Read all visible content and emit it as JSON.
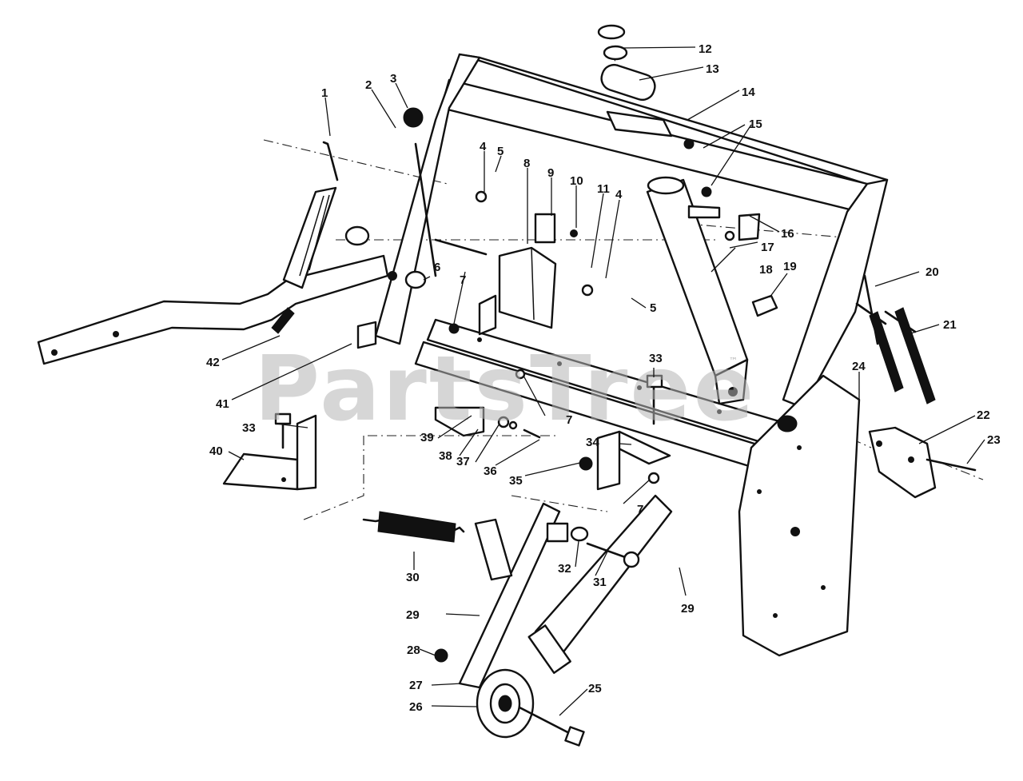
{
  "watermark": {
    "text": "PartsTree",
    "trademark": "™"
  },
  "callouts": {
    "c1": "1",
    "c2": "2",
    "c3": "3",
    "c4a": "4",
    "c4b": "4",
    "c5a": "5",
    "c5b": "5",
    "c6": "6",
    "c7a": "7",
    "c7b": "7",
    "c7c": "7",
    "c8": "8",
    "c9": "9",
    "c10": "10",
    "c11": "11",
    "c12": "12",
    "c13": "13",
    "c14": "14",
    "c15": "15",
    "c16": "16",
    "c17": "17",
    "c18": "18",
    "c19": "19",
    "c20": "20",
    "c21": "21",
    "c22": "22",
    "c23": "23",
    "c24": "24",
    "c25": "25",
    "c26": "26",
    "c27": "27",
    "c28": "28",
    "c29a": "29",
    "c29b": "29",
    "c30": "30",
    "c31": "31",
    "c32": "32",
    "c33a": "33",
    "c33b": "33",
    "c34": "34",
    "c35": "35",
    "c36": "36",
    "c37": "37",
    "c38": "38",
    "c39": "39",
    "c40": "40",
    "c41": "41",
    "c42": "42"
  }
}
